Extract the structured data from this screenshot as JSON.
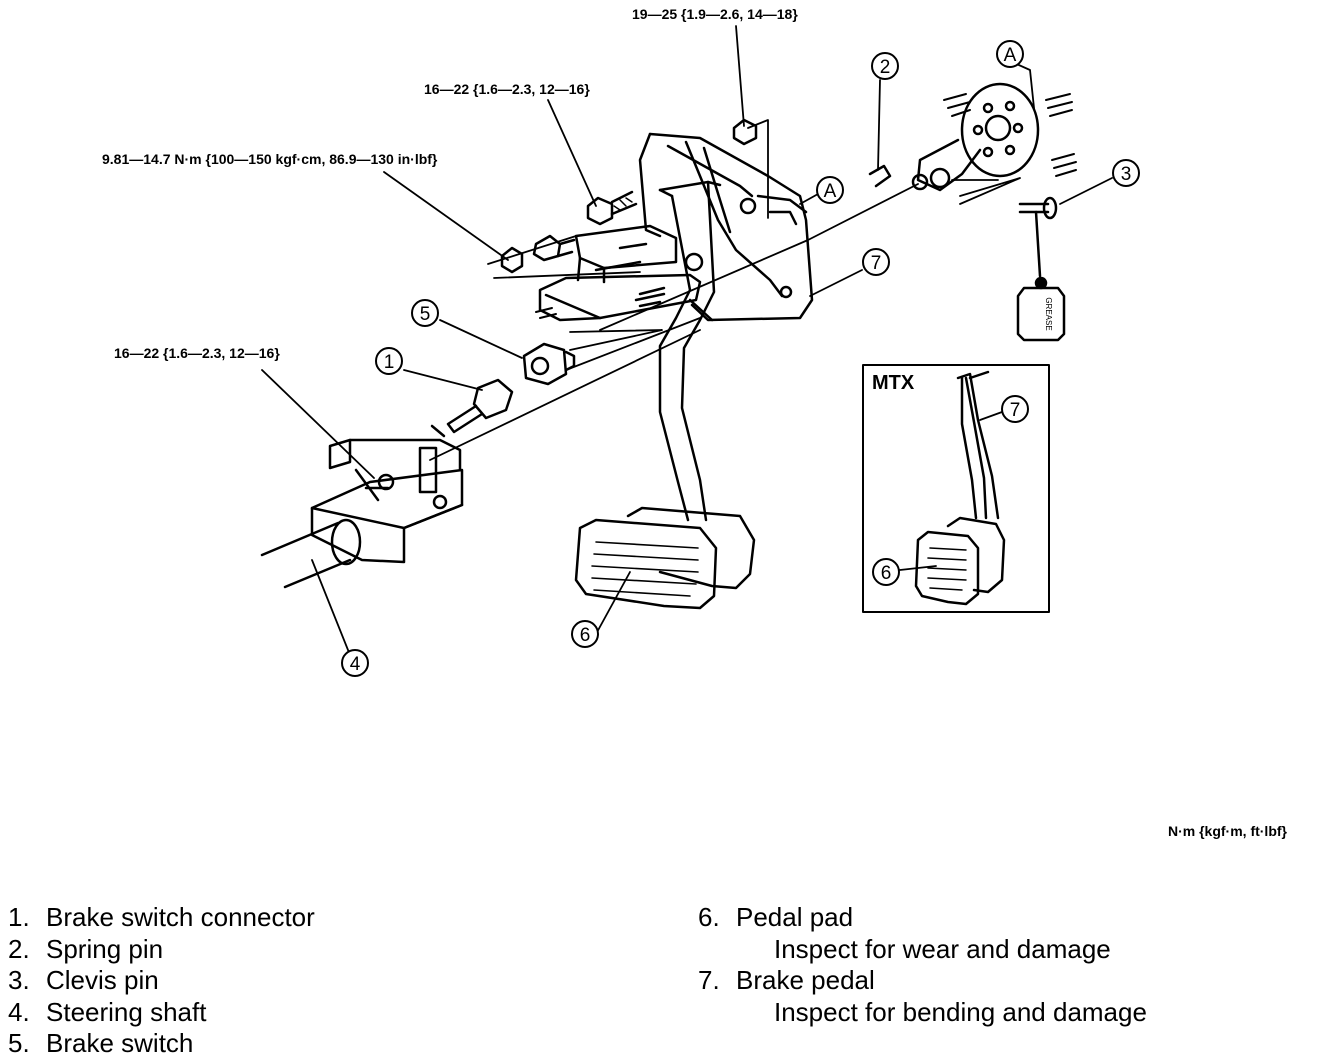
{
  "torque_specs": [
    {
      "id": "t1",
      "text": "19—25 {1.9—2.6, 14—18}"
    },
    {
      "id": "t2",
      "text": "16—22 {1.6—2.3, 12—16}"
    },
    {
      "id": "t3",
      "text": "9.81—14.7 N·m {100—150 kgf·cm, 86.9—130 in·lbf}"
    },
    {
      "id": "t4",
      "text": "16—22 {1.6—2.3, 12—16}"
    }
  ],
  "units_note": "N·m {kgf·m, ft·lbf}",
  "inset_label": "MTX",
  "grease_label": "GREASE",
  "callouts": {
    "c1": "1",
    "c2": "2",
    "c3": "3",
    "c4": "4",
    "c5": "5",
    "c6": "6",
    "c7": "7",
    "c6b": "6",
    "c7b": "7",
    "a1": "A",
    "a2": "A"
  },
  "legend_left": [
    {
      "num": "1.",
      "text": "Brake switch connector"
    },
    {
      "num": "2.",
      "text": "Spring pin"
    },
    {
      "num": "3.",
      "text": "Clevis pin"
    },
    {
      "num": "4.",
      "text": "Steering shaft"
    },
    {
      "num": "5.",
      "text": "Brake switch"
    }
  ],
  "legend_right": [
    {
      "num": "6.",
      "text": "Pedal pad",
      "note": "Inspect for wear and damage"
    },
    {
      "num": "7.",
      "text": "Brake pedal",
      "note": "Inspect for bending and damage"
    }
  ]
}
